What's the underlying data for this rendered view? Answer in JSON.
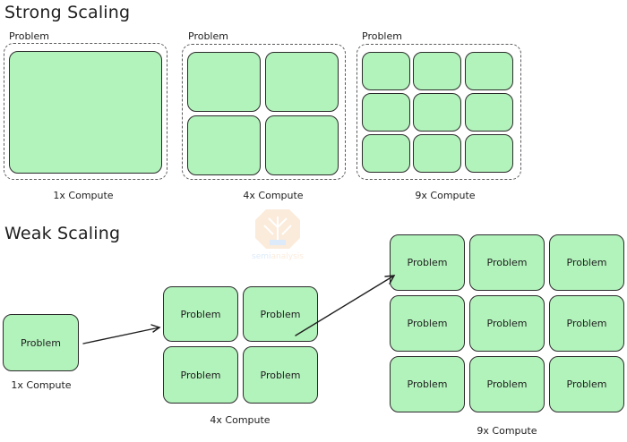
{
  "colors": {
    "fill": "#b2f2bb",
    "stroke": "#1e1e1e",
    "watermark_primary": "#f6c79a",
    "watermark_secondary": "#9ec5ee"
  },
  "strong": {
    "title": "Strong Scaling",
    "panels": [
      {
        "label": "Problem",
        "caption": "1x Compute",
        "grid": 1
      },
      {
        "label": "Problem",
        "caption": "4x Compute",
        "grid": 2
      },
      {
        "label": "Problem",
        "caption": "9x Compute",
        "grid": 3
      }
    ]
  },
  "weak": {
    "title": "Weak Scaling",
    "box_label": "Problem",
    "groups": [
      {
        "caption": "1x Compute",
        "grid": 1
      },
      {
        "caption": "4x Compute",
        "grid": 2
      },
      {
        "caption": "9x Compute",
        "grid": 3
      }
    ]
  },
  "watermark": {
    "text_a": "semi",
    "text_b": "analysis"
  }
}
